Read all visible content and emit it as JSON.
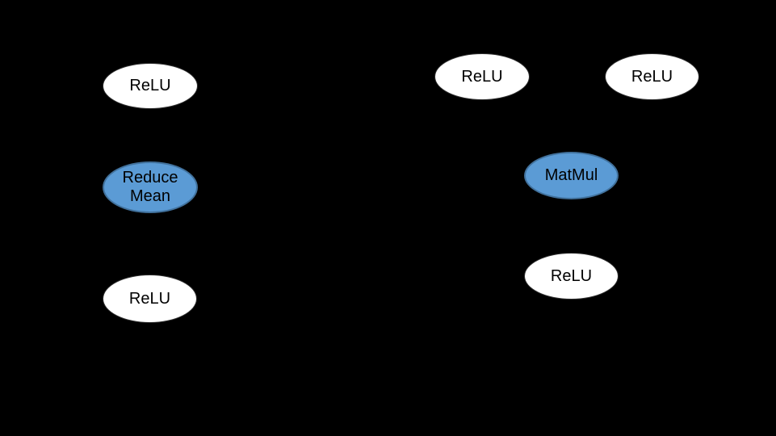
{
  "diagram": {
    "background_color": "#000000",
    "node_colors": {
      "default_fill": "#ffffff",
      "highlight_fill": "#5b9bd5",
      "highlight_border": "#41719c",
      "text": "#000000"
    },
    "left_subgraph": {
      "nodes": [
        {
          "id": "left-relu-top",
          "label": "ReLU",
          "highlighted": false
        },
        {
          "id": "left-reducemean",
          "label": "Reduce Mean",
          "highlighted": true
        },
        {
          "id": "left-relu-bottom",
          "label": "ReLU",
          "highlighted": false
        }
      ]
    },
    "right_subgraph": {
      "nodes": [
        {
          "id": "right-relu-topleft",
          "label": "ReLU",
          "highlighted": false
        },
        {
          "id": "right-relu-topright",
          "label": "ReLU",
          "highlighted": false
        },
        {
          "id": "right-matmul",
          "label": "MatMul",
          "highlighted": true
        },
        {
          "id": "right-relu-bottom",
          "label": "ReLU",
          "highlighted": false
        }
      ]
    }
  }
}
